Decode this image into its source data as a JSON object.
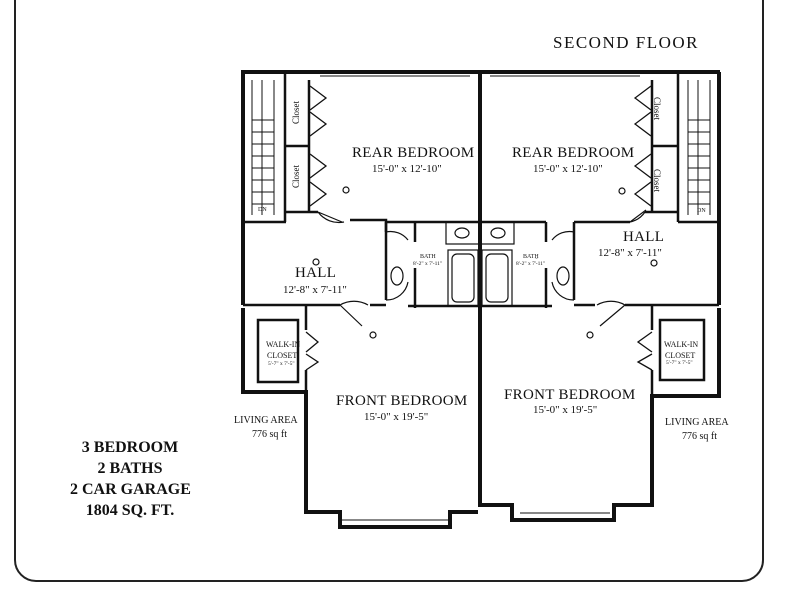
{
  "title": "SECOND FLOOR",
  "summary": [
    "3 BEDROOM",
    "2 BATHS",
    "2 CAR GARAGE",
    "1804 SQ. FT."
  ],
  "rooms": {
    "rear_bedroom_left": {
      "name": "REAR BEDROOM",
      "dims": "15'-0\" x 12'-10\""
    },
    "rear_bedroom_right": {
      "name": "REAR BEDROOM",
      "dims": "15'-0\" x 12'-10\""
    },
    "hall_left": {
      "name": "HALL",
      "dims": "12'-8\" x 7'-11\""
    },
    "hall_right": {
      "name": "HALL",
      "dims": "12'-8\" x 7'-11\""
    },
    "bath_left": {
      "name": "BATH",
      "dims": "8'-2\" x 7'-11\""
    },
    "bath_right": {
      "name": "BATH̱",
      "dims": "8'-2\" x 7'-11\""
    },
    "walkin_left": {
      "name_line1": "WALK-IN",
      "name_line2": "CLOSET",
      "dims": "5'-7\" x 7'-5\""
    },
    "walkin_right": {
      "name_line1": "WALK-IN",
      "name_line2": "CLOSET",
      "dims": "5'-7\" x 7'-5\""
    },
    "front_bedroom_left": {
      "name": "FRONT BEDROOM",
      "dims": "15'-0\" x 19'-5\""
    },
    "front_bedroom_right": {
      "name": "FRONT BEDROOM",
      "dims": "15'-0\" x 19'-5\""
    }
  },
  "closet_label": "Closet",
  "living_area_left": {
    "label": "LIVING AREA",
    "value": "776 sq ft"
  },
  "living_area_right": {
    "label": "LIVING AREA",
    "value": "776 sq ft"
  },
  "stair_dn": "DN"
}
